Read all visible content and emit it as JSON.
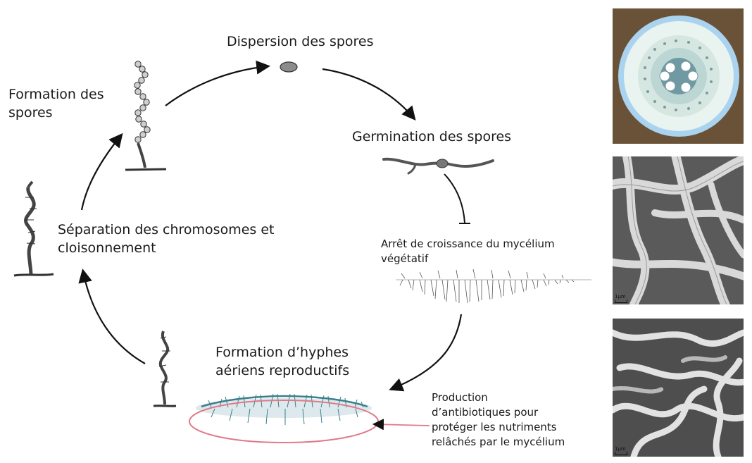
{
  "stages": {
    "dispersion": "Dispersion des spores",
    "germination": "Germination des spores",
    "arret_line1": "Arrêt de croissance du mycélium",
    "arret_line2": "végétatif",
    "hyphes_line1": "Formation d’hyphes",
    "hyphes_line2": "aériens reproductifs",
    "separation_line1": "Séparation des chromosomes et",
    "separation_line2": "cloisonnement",
    "formation_line1": "Formation des",
    "formation_line2": "spores"
  },
  "annotation": {
    "line1": "Production",
    "line2": "d’antibiotiques pour",
    "line3": "protéger les nutriments",
    "line4": "relâchés par le mycélium"
  },
  "photos": {
    "scale_label": "1µm"
  },
  "colors": {
    "arrow": "#111111",
    "highlight": "#e07a8a",
    "colony_blue": "#7fb8dd",
    "hyphae_teal": "#3a7f8c"
  }
}
